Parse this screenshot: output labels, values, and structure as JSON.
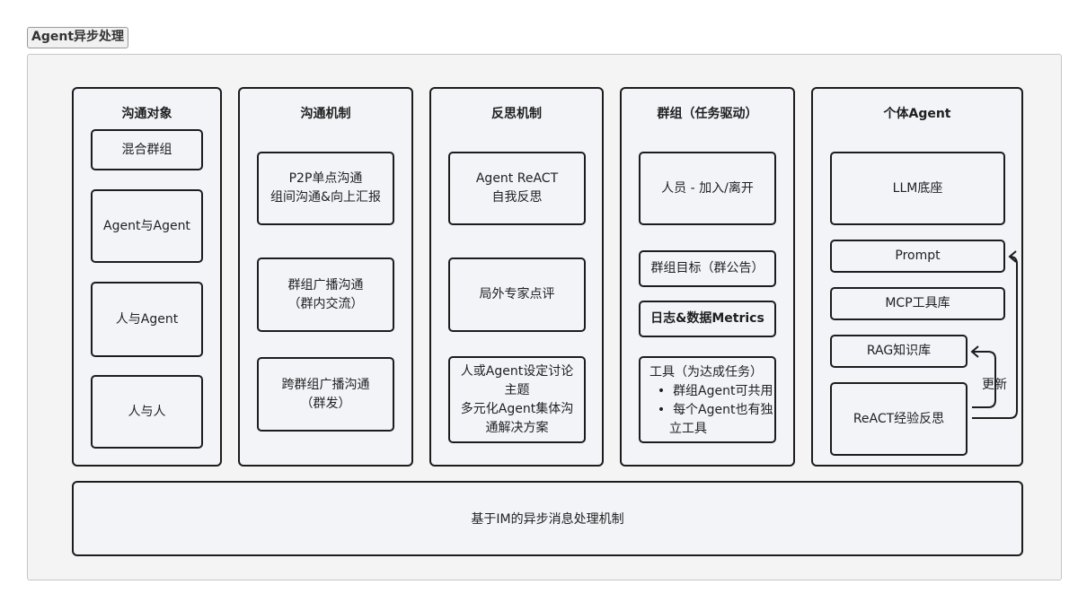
{
  "title": "Agent异步处理",
  "columns": [
    {
      "title": "沟通对象",
      "items": [
        {
          "lines": [
            "混合群组"
          ]
        },
        {
          "lines": [
            "Agent与Agent"
          ]
        },
        {
          "lines": [
            "人与Agent"
          ]
        },
        {
          "lines": [
            "人与人"
          ]
        }
      ]
    },
    {
      "title": "沟通机制",
      "items": [
        {
          "lines": [
            "P2P单点沟通",
            "组间沟通&向上汇报"
          ]
        },
        {
          "lines": [
            "群组广播沟通",
            "（群内交流）"
          ]
        },
        {
          "lines": [
            "跨群组广播沟通",
            "（群发）"
          ]
        }
      ]
    },
    {
      "title": "反思机制",
      "items": [
        {
          "lines": [
            "Agent ReACT",
            "自我反思"
          ]
        },
        {
          "lines": [
            "局外专家点评"
          ]
        },
        {
          "lines": [
            "人或Agent设定讨论",
            "主题",
            "多元化Agent集体沟",
            "通解决方案"
          ]
        }
      ]
    },
    {
      "title": "群组（任务驱动）",
      "items": [
        {
          "lines": [
            "人员 - 加入/离开"
          ]
        },
        {
          "lines": [
            "群组目标（群公告）"
          ]
        },
        {
          "lines": [
            "日志&数据Metrics"
          ]
        }
      ],
      "tools": {
        "title": "工具（为达成任务）",
        "bullets": [
          "群组Agent可共用",
          "每个Agent也有独",
          "立工具"
        ]
      }
    },
    {
      "title": "个体Agent",
      "items": [
        {
          "lines": [
            "LLM底座"
          ]
        },
        {
          "lines": [
            "Prompt"
          ]
        },
        {
          "lines": [
            "MCP工具库"
          ]
        },
        {
          "lines": [
            "RAG知识库"
          ]
        },
        {
          "lines": [
            "ReACT经验反思"
          ]
        }
      ]
    }
  ],
  "update_label": "更新",
  "bottom_label": "基于IM的异步消息处理机制"
}
